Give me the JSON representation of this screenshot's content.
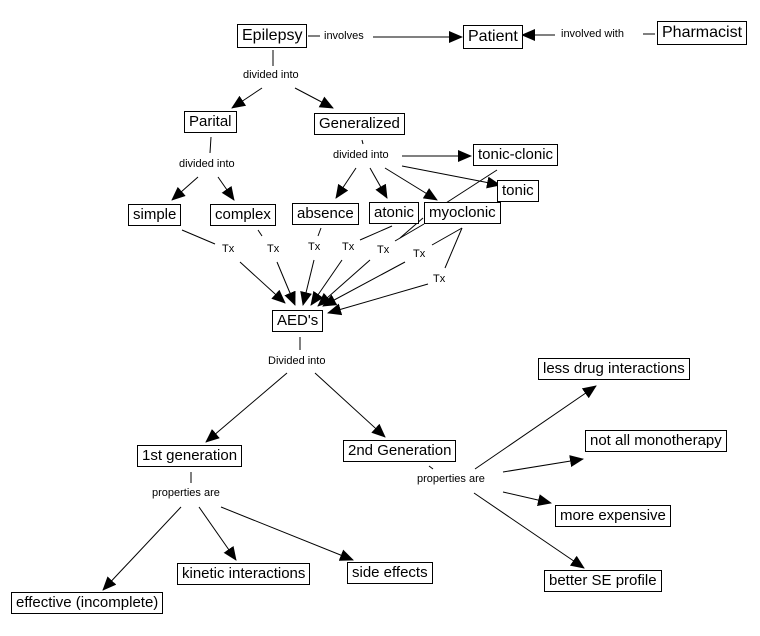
{
  "diagram": {
    "type": "concept-map",
    "nodes": {
      "epilepsy": "Epilepsy",
      "patient": "Patient",
      "pharmacist": "Pharmacist",
      "parital": "Parital",
      "generalized": "Generalized",
      "tonic_clonic": "tonic-clonic",
      "tonic": "tonic",
      "simple": "simple",
      "complex": "complex",
      "absence": "absence",
      "atonic": "atonic",
      "myoclonic": "myoclonic",
      "aeds": "AED's",
      "first_gen": "1st generation",
      "second_gen": "2nd Generation",
      "effective": "effective (incomplete)",
      "kinetic": "kinetic interactions",
      "side_effects": "side effects",
      "less_drug": "less drug interactions",
      "not_mono": "not all monotherapy",
      "more_exp": "more expensive",
      "better_se": "better SE profile"
    },
    "links": {
      "involves": "involves",
      "involved_with": "involved with",
      "epi_divided": "divided into",
      "par_divided": "divided into",
      "gen_divided": "divided into",
      "tx": "Tx",
      "aed_divided": "Divided into",
      "first_props": "properties are",
      "second_props": "properties are"
    },
    "relations": [
      {
        "from": "Epilepsy",
        "link": "involves",
        "to": "Patient"
      },
      {
        "from": "Pharmacist",
        "link": "involved with",
        "to": "Patient"
      },
      {
        "from": "Epilepsy",
        "link": "divided into",
        "to": [
          "Parital",
          "Generalized"
        ]
      },
      {
        "from": "Parital",
        "link": "divided into",
        "to": [
          "simple",
          "complex"
        ]
      },
      {
        "from": "Generalized",
        "link": "divided into",
        "to": [
          "tonic-clonic",
          "tonic",
          "absence",
          "atonic",
          "myoclonic"
        ]
      },
      {
        "from": [
          "simple",
          "complex",
          "absence",
          "atonic",
          "myoclonic",
          "tonic",
          "tonic-clonic"
        ],
        "link": "Tx",
        "to": "AED's"
      },
      {
        "from": "AED's",
        "link": "Divided into",
        "to": [
          "1st generation",
          "2nd Generation"
        ]
      },
      {
        "from": "1st generation",
        "link": "properties are",
        "to": [
          "effective (incomplete)",
          "kinetic interactions",
          "side effects"
        ]
      },
      {
        "from": "2nd Generation",
        "link": "properties are",
        "to": [
          "less drug interactions",
          "not all monotherapy",
          "more expensive",
          "better SE profile"
        ]
      }
    ]
  }
}
